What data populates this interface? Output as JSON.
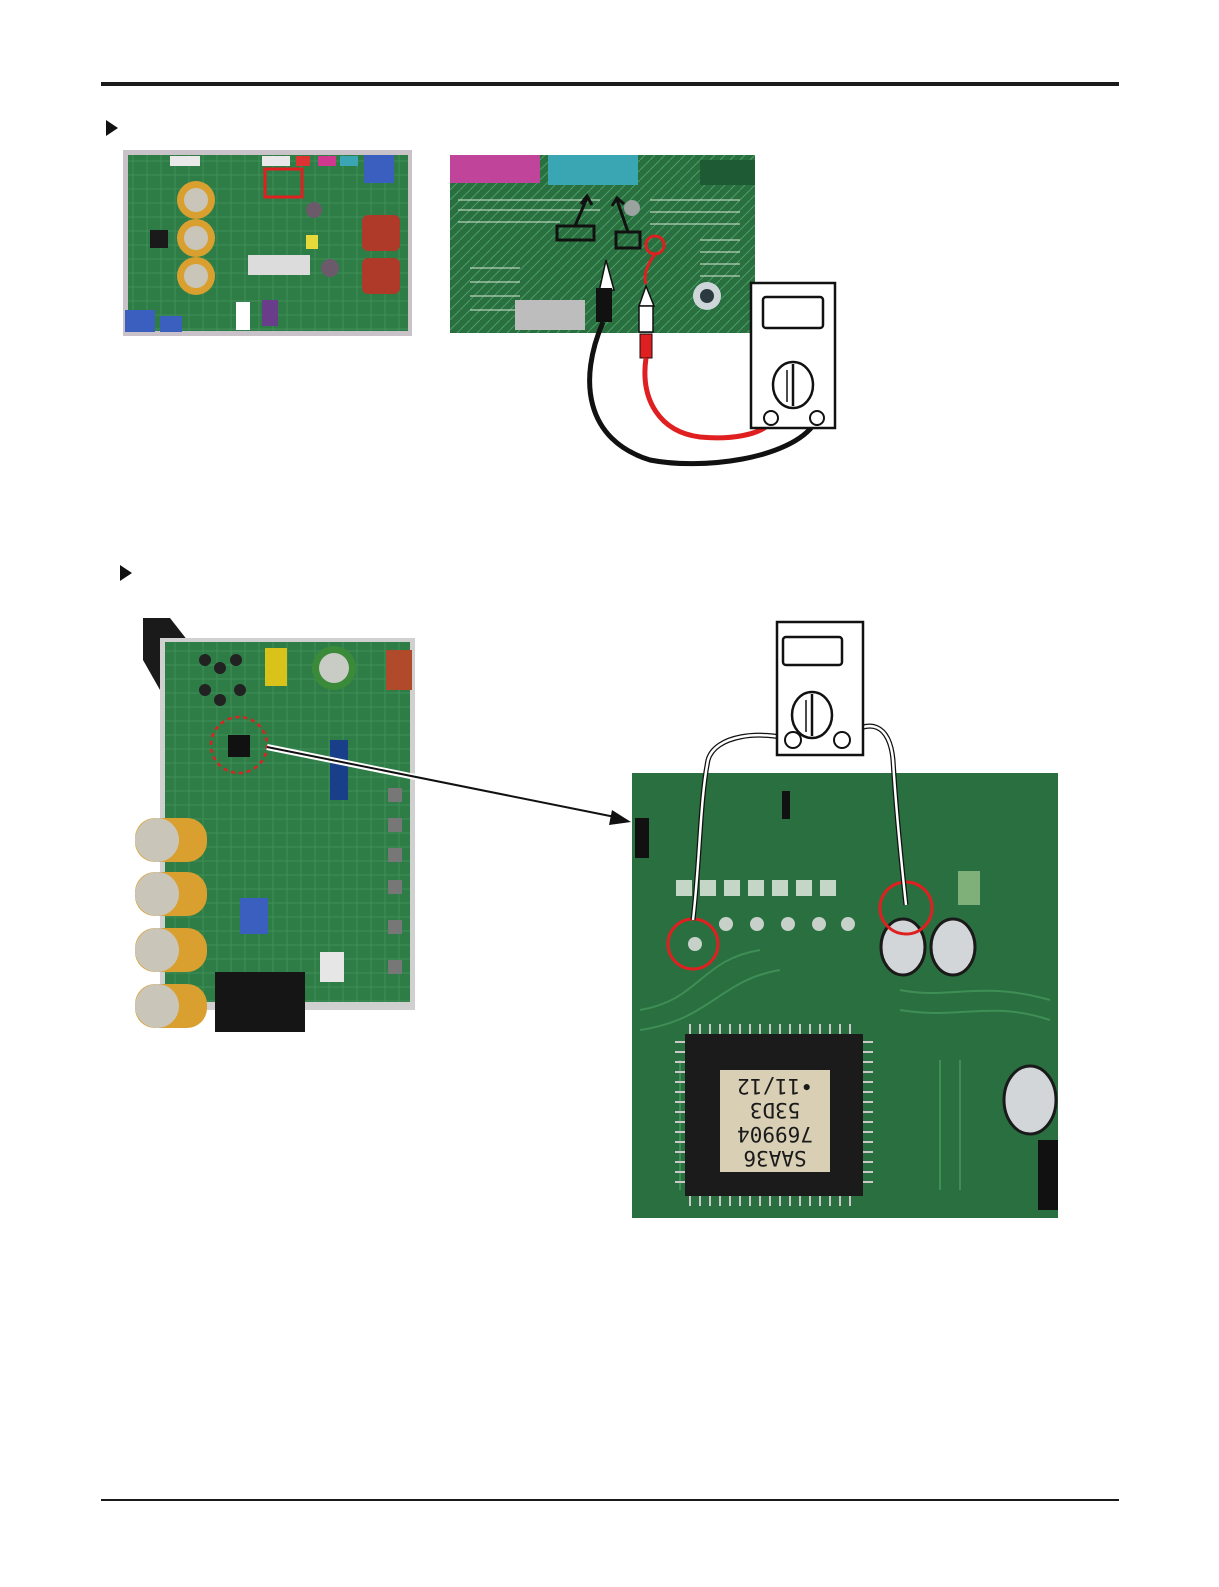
{
  "sections": [
    {
      "id": "outdoor-main-pcb"
    },
    {
      "id": "inverter-pcb"
    }
  ],
  "chip_marking": {
    "line1": "SAA36",
    "line2": "769904",
    "line3": "53D3",
    "line4": "•11/12"
  },
  "colors": {
    "pcb_green": "#2f7d46",
    "pcb_dark": "#1f5a33",
    "highlight_red": "#e02020",
    "probe_black": "#111111",
    "capacitor_gold": "#d9a030",
    "connector_pink": "#c0449a",
    "connector_cyan": "#3aa6b3"
  }
}
